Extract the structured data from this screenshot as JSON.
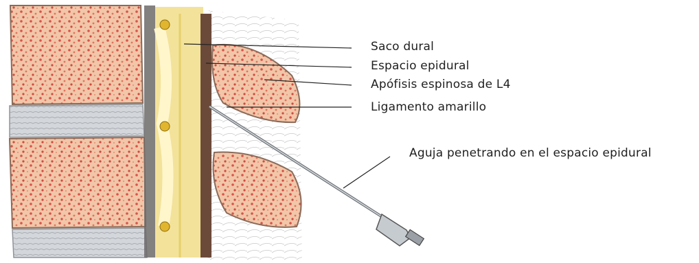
{
  "labels": {
    "saco_dural": "Saco dural",
    "espacio_epidural": "Espacio epidural",
    "apofisis": "Apófisis espinosa de L4",
    "ligamento": "Ligamento amarillo",
    "aguja": "Aguja penetrando en el espacio epidural"
  },
  "colors": {
    "bone_fill": "#f2c6a8",
    "bone_spots": "#d9534a",
    "disc": "#c9cdd2",
    "dura": "#f3e29a",
    "ligament": "#6b4a3a",
    "leader": "#222222"
  }
}
